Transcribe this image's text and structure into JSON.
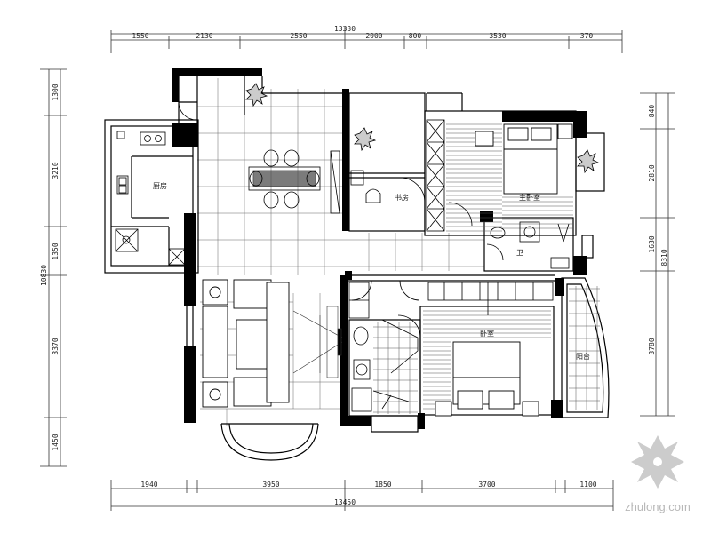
{
  "drawing": {
    "top_dims": {
      "overall": "13330",
      "segments": [
        "1550",
        "2130",
        "2550",
        "2000",
        "800",
        "3530",
        "370"
      ]
    },
    "bottom_dims": {
      "overall": "13450",
      "segments": [
        "1940",
        "3950",
        "1850",
        "3700",
        "1100"
      ]
    },
    "left_dims": {
      "overall": "10830",
      "segments": [
        "1300",
        "3210",
        "1350",
        "3370",
        "1450"
      ]
    },
    "right_dims": {
      "overall": "8310",
      "segments": [
        "840",
        "2810",
        "1630",
        "3780"
      ]
    },
    "room_labels": {
      "kitchen": "厨房",
      "dining_nook": "书房",
      "master_bed": "主卧室",
      "toilet": "卫",
      "bedroom": "卧室",
      "balcony": "阳台"
    },
    "colors": {
      "wall": "#000000",
      "line": "#333333",
      "watermark": "#bbbbbb"
    }
  },
  "watermark": {
    "text": "zhulong.com"
  }
}
